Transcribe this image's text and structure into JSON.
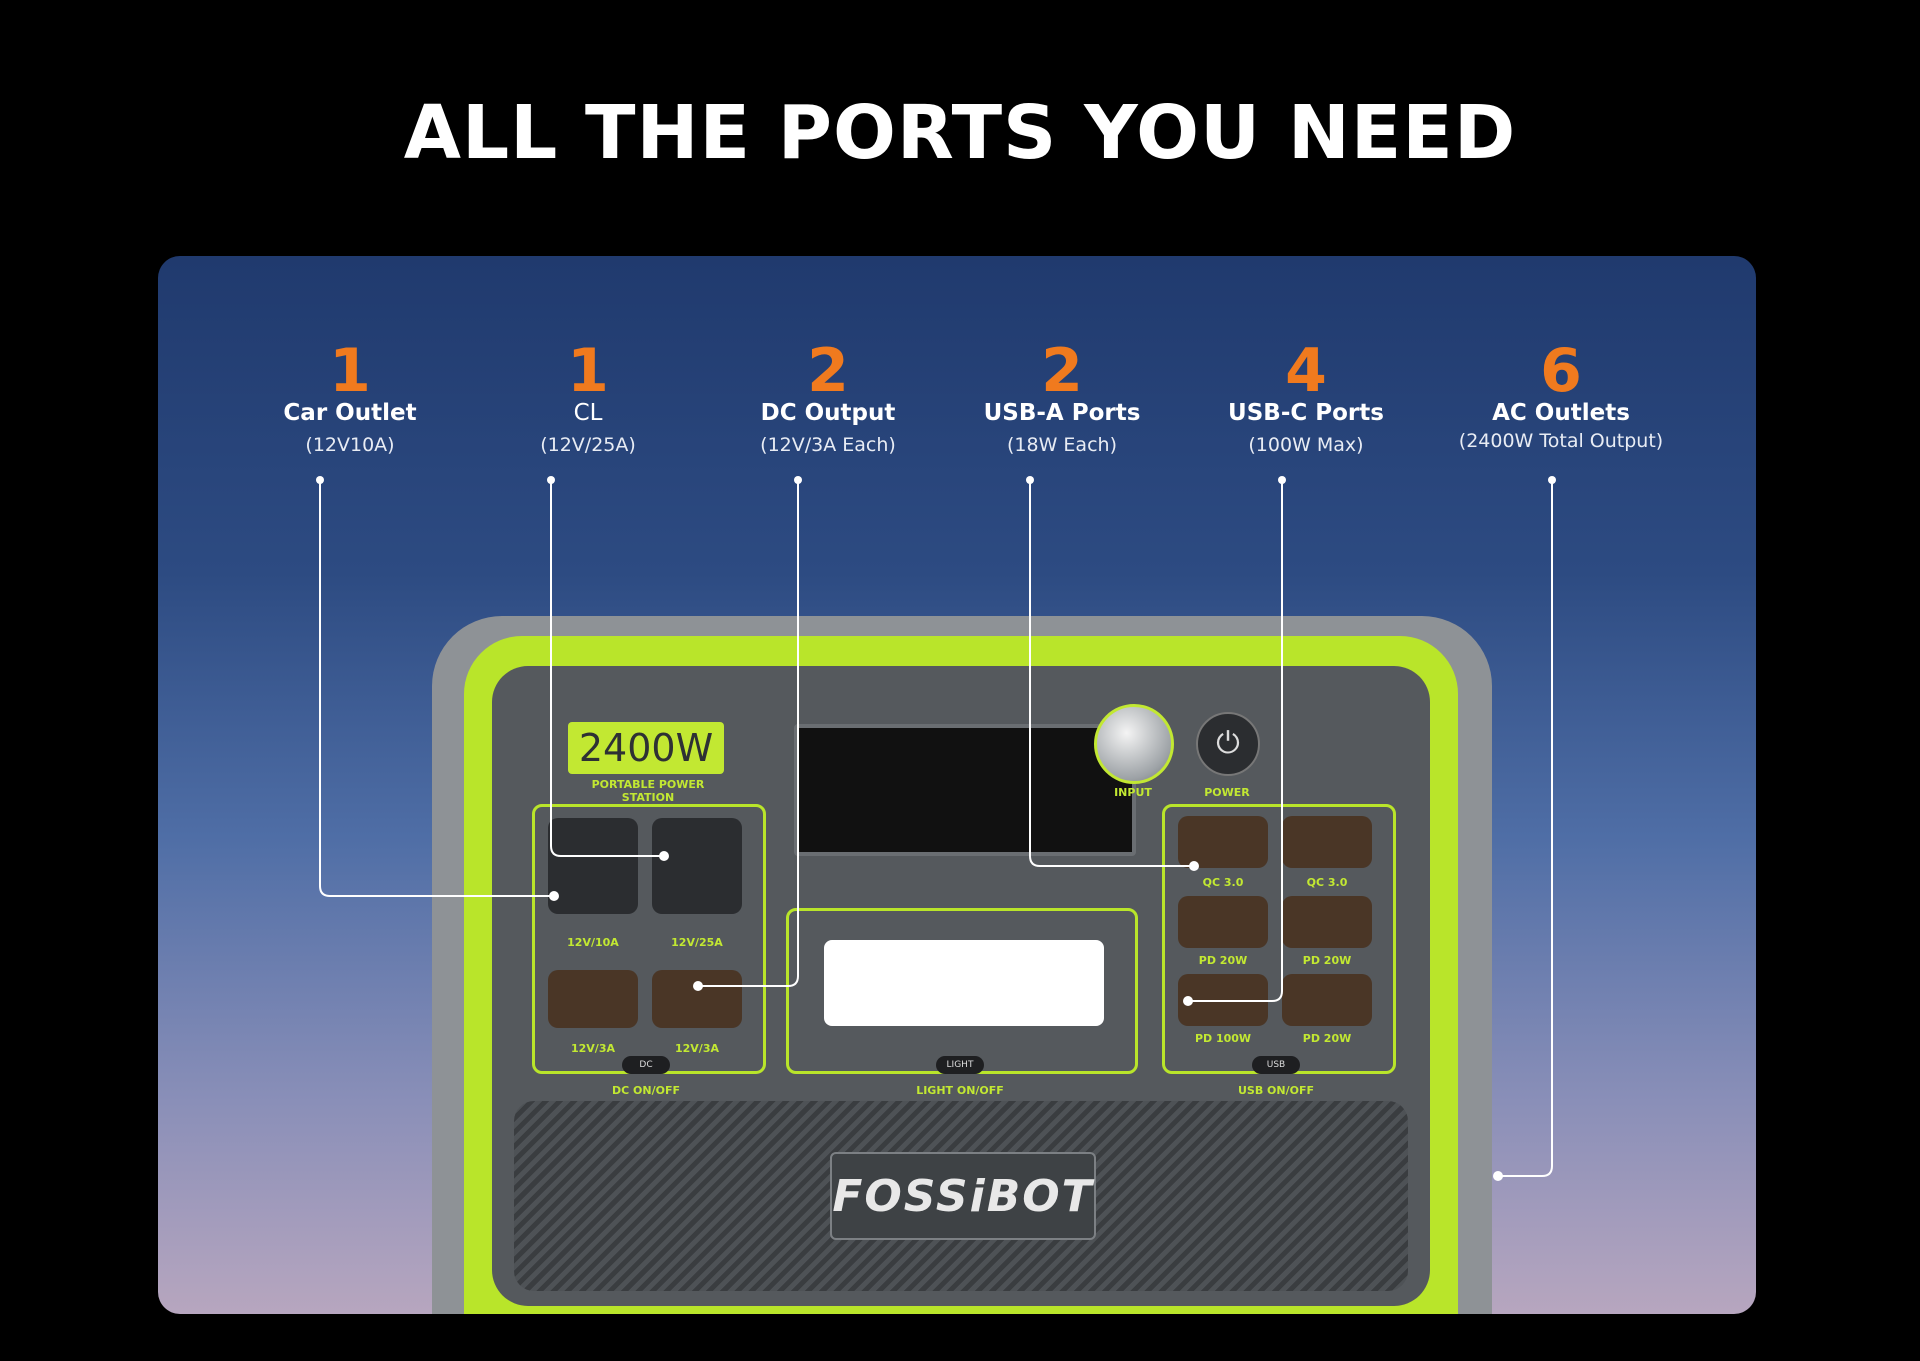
{
  "headline": "ALL THE PORTS YOU NEED",
  "callouts": [
    {
      "count": "1",
      "name": "Car Outlet",
      "spec": "(12V10A)"
    },
    {
      "count": "1",
      "name": "CL",
      "spec": "(12V/25A)"
    },
    {
      "count": "2",
      "name": "DC Output",
      "spec": "(12V/3A Each)"
    },
    {
      "count": "2",
      "name": "USB-A Ports",
      "spec": "(18W Each)"
    },
    {
      "count": "4",
      "name": "USB-C Ports",
      "spec": "(100W Max)"
    },
    {
      "count": "6",
      "name": "AC Outlets",
      "spec": "(2400W Total Output)"
    }
  ],
  "device": {
    "capacity": "2400W",
    "subtitle": "PORTABLE POWER STATION",
    "logo": "FOSSiBOT",
    "dial_label": "INPUT",
    "power_label": "POWER",
    "dc_ports": [
      "12V/10A",
      "12V/25A",
      "12V/3A",
      "12V/3A"
    ],
    "usb_ports": [
      "QC 3.0",
      "QC 3.0",
      "PD 20W",
      "PD 20W",
      "PD 100W",
      "PD 20W"
    ],
    "switches": [
      {
        "pill": "DC",
        "label": "DC ON/OFF"
      },
      {
        "pill": "LIGHT",
        "label": "LIGHT ON/OFF"
      },
      {
        "pill": "USB",
        "label": "USB ON/OFF"
      }
    ]
  },
  "colors": {
    "accent": "#b9e52a",
    "count": "#f07a1e"
  }
}
